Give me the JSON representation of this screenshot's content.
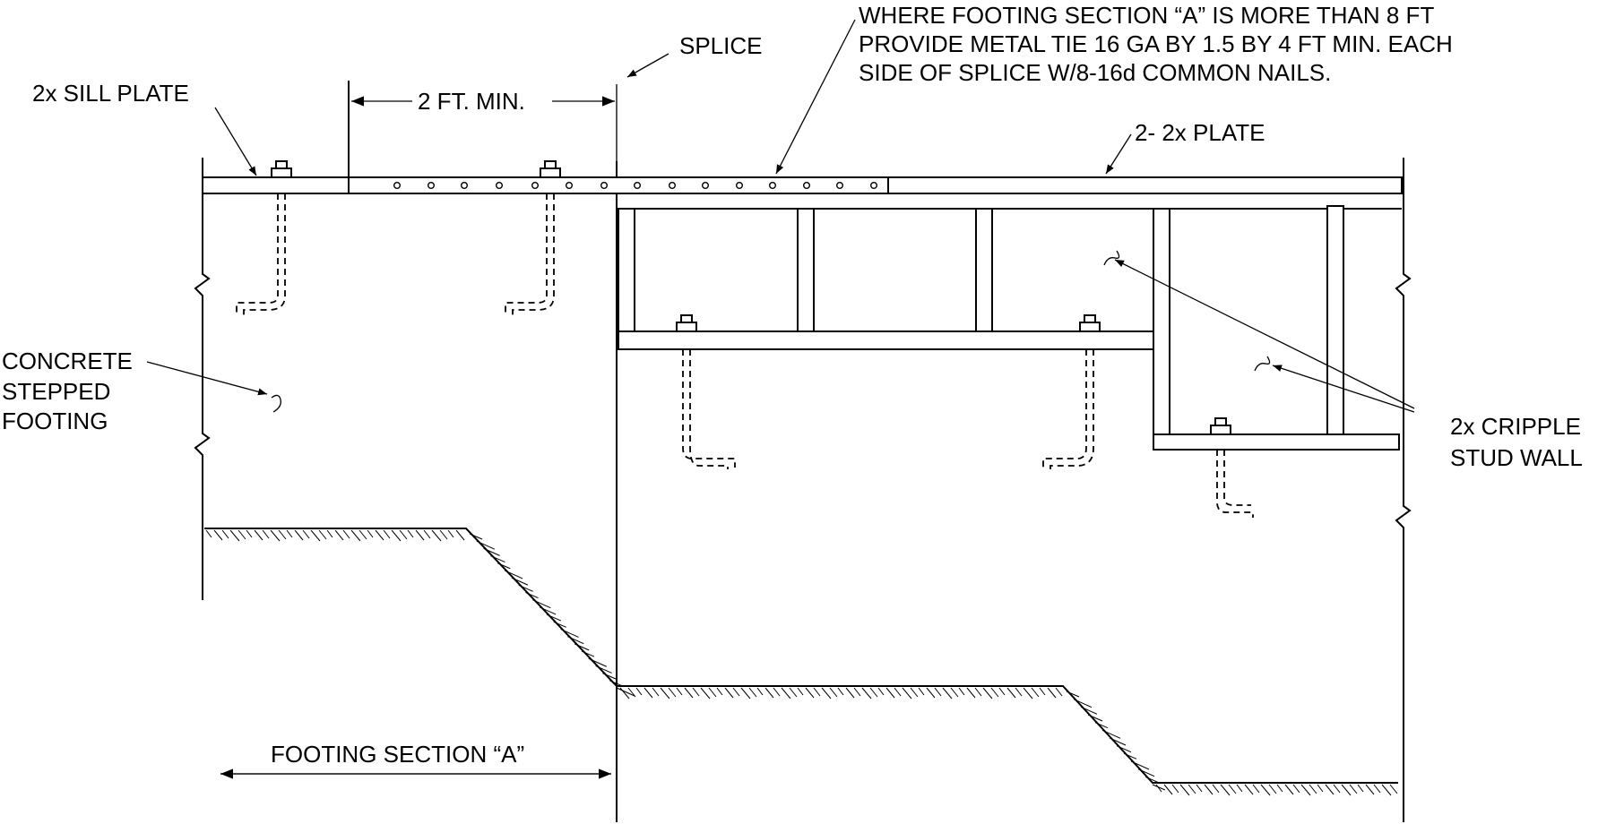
{
  "labels": {
    "sill_plate": "2x SILL PLATE",
    "two_ft_min": "2 FT. MIN.",
    "splice": "SPLICE",
    "note_line1": "WHERE FOOTING SECTION “A” IS MORE THAN 8 FT",
    "note_line2": "PROVIDE METAL TIE 16 GA BY 1.5 BY 4 FT MIN. EACH",
    "note_line3": "SIDE OF SPLICE W/8-16d COMMON NAILS.",
    "double_plate": "2- 2x PLATE",
    "concrete_line1": "CONCRETE",
    "concrete_line2": "STEPPED",
    "concrete_line3": "FOOTING",
    "cripple_line1": "2x CRIPPLE",
    "cripple_line2": "STUD WALL",
    "footing_section": "FOOTING SECTION “A”"
  }
}
